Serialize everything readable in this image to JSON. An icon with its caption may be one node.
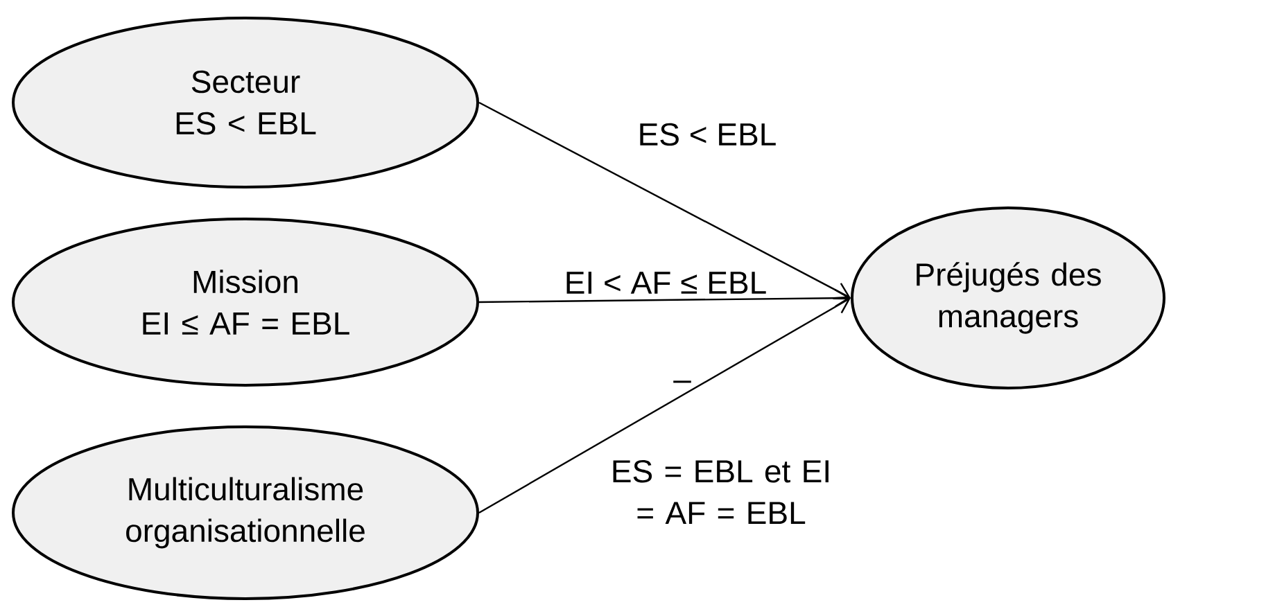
{
  "diagram": {
    "nodes": [
      {
        "text": [
          "Secteur",
          "ES < EBL"
        ]
      },
      {
        "text": [
          "Mission",
          "EI ≤ AF = EBL"
        ]
      },
      {
        "text": [
          "Multiculturalisme organisationnelle"
        ]
      },
      {
        "text": [
          "Préjugés des managers"
        ]
      }
    ],
    "edges": [
      {
        "from": 0,
        "to": 3,
        "arrow": "to",
        "label": "ES < EBL"
      },
      {
        "from": 1,
        "to": 3,
        "arrow": "to",
        "label": "EI < AF ≤ EBL"
      },
      {
        "from": 2,
        "to": 3,
        "arrow": "to",
        "label": "–"
      }
    ],
    "labels": [
      "ES = EBL et EI = AF = EBL"
    ]
  }
}
